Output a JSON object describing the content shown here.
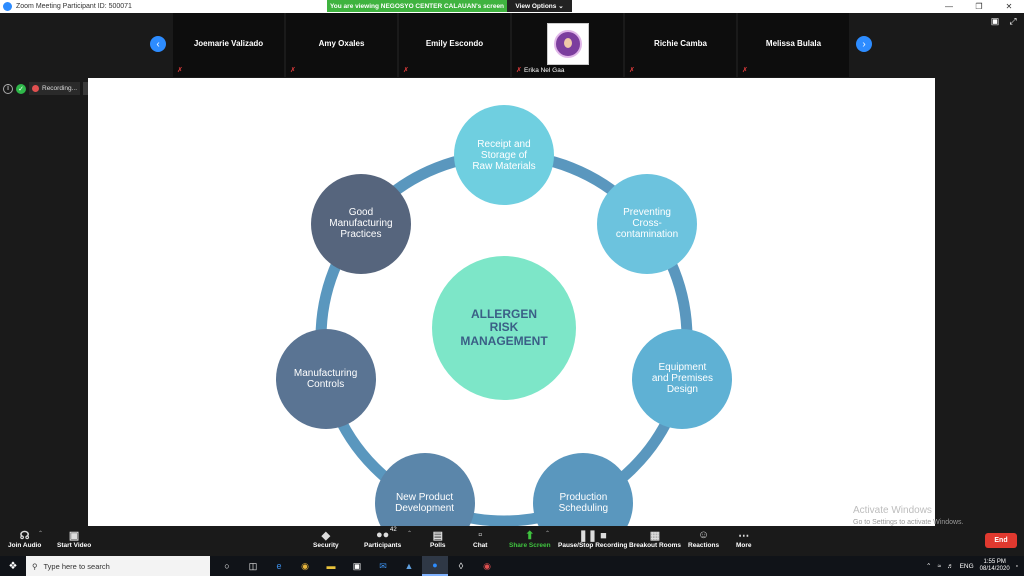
{
  "window": {
    "title": "Zoom Meeting Participant ID: 500071",
    "banner": "You are viewing NEGOSYO CENTER CALAUAN's screen",
    "view_options": "View Options ⌄"
  },
  "participants": [
    {
      "name": "Joemarie Valizado"
    },
    {
      "name": "Amy Oxales"
    },
    {
      "name": "Emily Escondo"
    },
    {
      "name": "",
      "caption": "Erika Nel Gaa"
    },
    {
      "name": "Richie Camba"
    },
    {
      "name": "Melissa Bulala"
    }
  ],
  "recording": {
    "label": "Recording..."
  },
  "slide": {
    "center": [
      "ALLERGEN",
      "RISK",
      "MANAGEMENT"
    ],
    "nodes": [
      {
        "lines": [
          "Receipt and",
          "Storage of",
          "Raw Materials"
        ],
        "color": "#6fcfe0"
      },
      {
        "lines": [
          "Preventing",
          "Cross-",
          "contamination"
        ],
        "color": "#6cc3de"
      },
      {
        "lines": [
          "Equipment",
          "and Premises",
          "Design"
        ],
        "color": "#5fb1d4"
      },
      {
        "lines": [
          "Production",
          "Scheduling"
        ],
        "color": "#5a97be"
      },
      {
        "lines": [
          "New Product",
          "Development"
        ],
        "color": "#5b86aa"
      },
      {
        "lines": [
          "Manufacturing",
          "Controls"
        ],
        "color": "#5a7493"
      },
      {
        "lines": [
          "Good",
          "Manufacturing",
          "Practices"
        ],
        "color": "#56657d"
      }
    ],
    "center_color": "#7de6c8"
  },
  "watermark": {
    "line1": "Activate Windows",
    "line2": "Go to Settings to activate Windows."
  },
  "toolbar": {
    "join_audio": "Join Audio",
    "start_video": "Start Video",
    "security": "Security",
    "participants": "Participants",
    "participants_count": "42",
    "polls": "Polls",
    "chat": "Chat",
    "share_screen": "Share Screen",
    "pause_recording": "Pause/Stop Recording",
    "breakout_rooms": "Breakout Rooms",
    "reactions": "Reactions",
    "more": "More",
    "end": "End"
  },
  "taskbar": {
    "search_placeholder": "Type here to search",
    "lang": "ENG",
    "time": "1:55 PM",
    "date": "08/14/2020"
  }
}
